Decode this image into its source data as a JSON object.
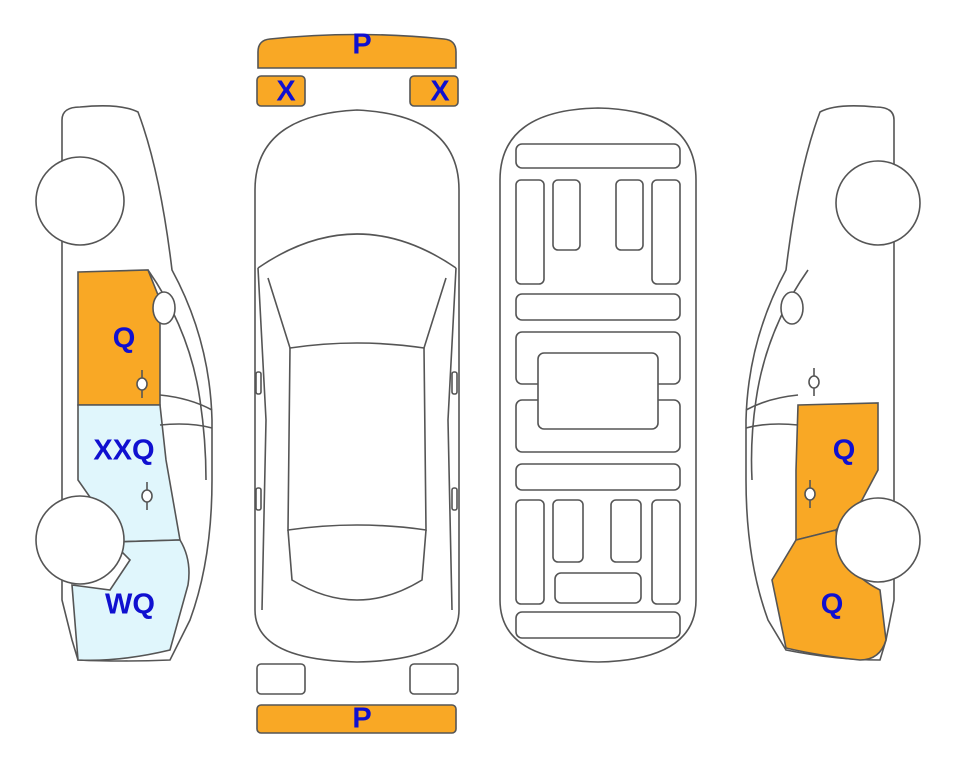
{
  "colors": {
    "damage_orange": "#F9A825",
    "damage_blue": "#E0F6FC",
    "label_blue": "#1010D0",
    "outline": "#555555"
  },
  "labels": {
    "front_bumper": "P",
    "headlight_left": "X",
    "headlight_right": "X",
    "rear_bumper": "P",
    "left_front_door": "Q",
    "left_rear_door": "XXQ",
    "left_rear_quarter": "WQ",
    "right_rear_door": "Q",
    "right_rear_quarter": "Q"
  }
}
